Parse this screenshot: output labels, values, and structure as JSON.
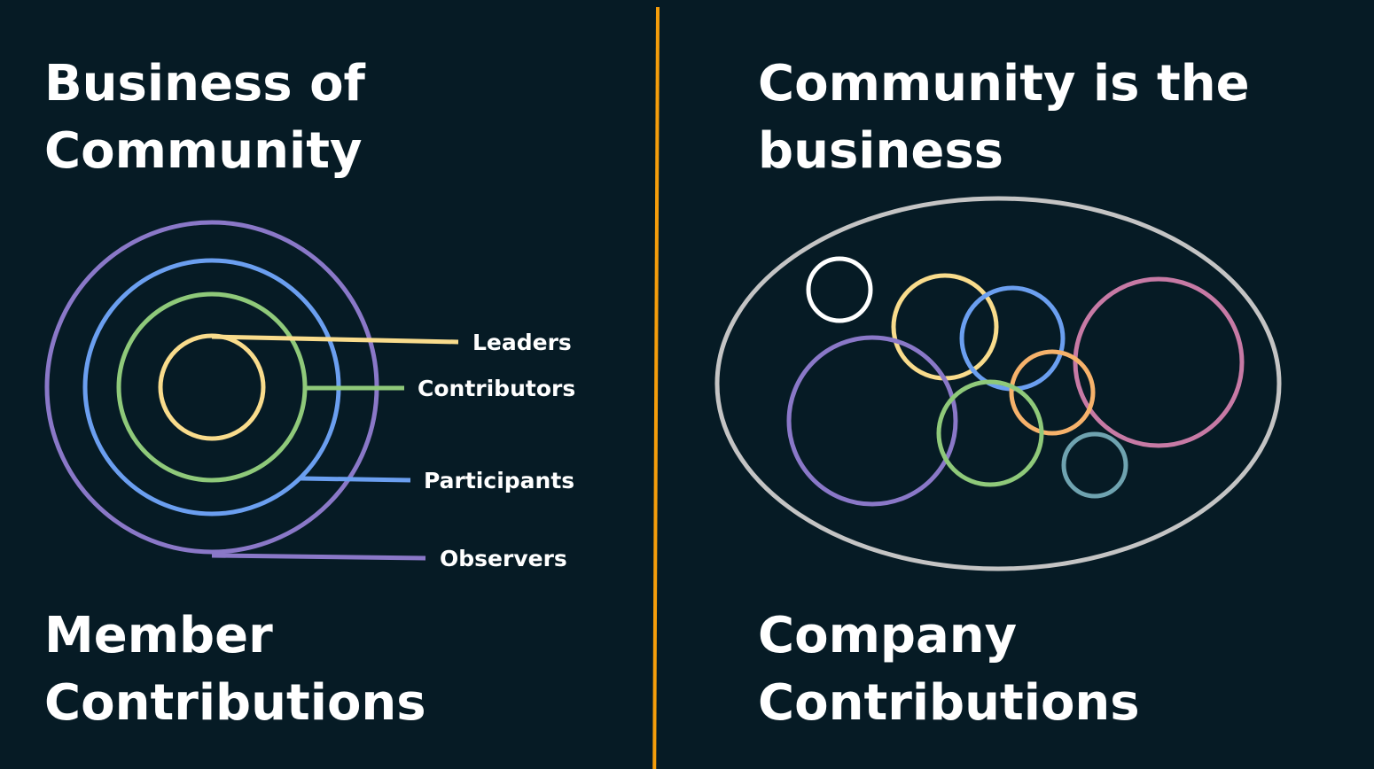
{
  "left": {
    "title_lines": [
      "Business of",
      "Community"
    ],
    "footer_lines": [
      "Member",
      "Contributions"
    ],
    "rings": [
      {
        "label": "Observers",
        "color": "#8a78c8"
      },
      {
        "label": "Participants",
        "color": "#6b9ff0"
      },
      {
        "label": "Contributors",
        "color": "#8fc97a"
      },
      {
        "label": "Leaders",
        "color": "#f9dc8c"
      }
    ]
  },
  "right": {
    "title_lines": [
      "Community is the",
      "business"
    ],
    "footer_lines": [
      "Company",
      "Contributions"
    ],
    "colors": {
      "outer": "#c4c4c4",
      "white": "#ffffff",
      "yellow": "#f9dc8c",
      "blue": "#6b9ff0",
      "pink": "#c77aa5",
      "purple": "#8a78c8",
      "orange": "#f6b26b",
      "green": "#8fc97a",
      "teal": "#6fa3b0"
    }
  },
  "divider_color": "#f59e0b"
}
